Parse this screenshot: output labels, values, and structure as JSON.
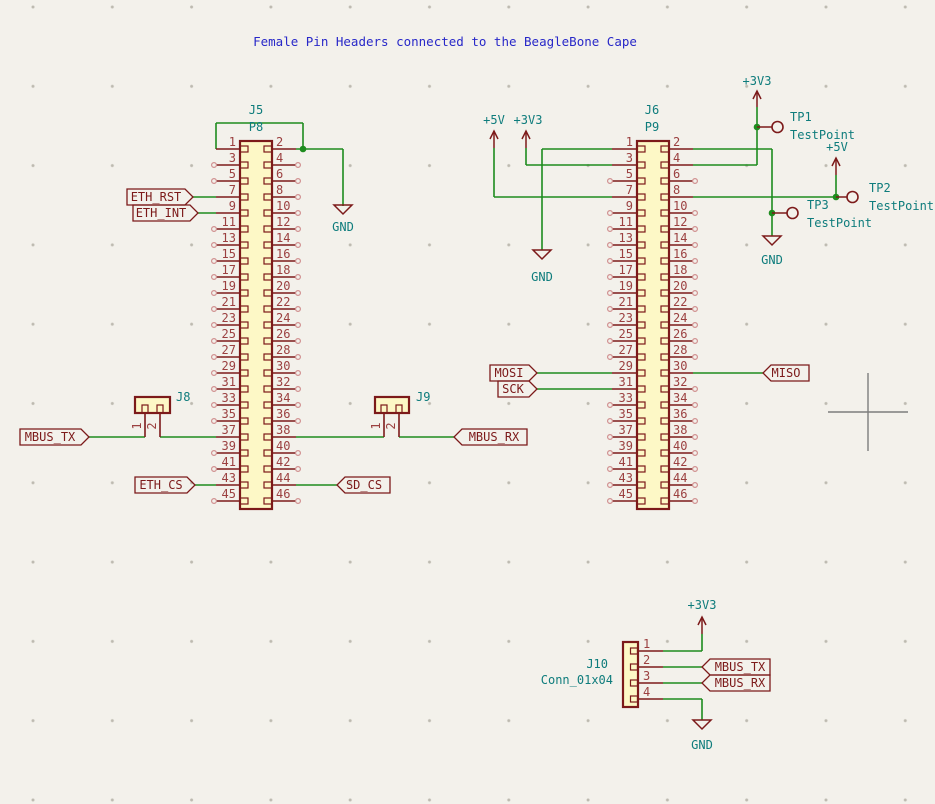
{
  "title": "Female Pin Headers connected to the BeagleBone Cape",
  "connectors": {
    "j5": {
      "ref": "J5",
      "value": "P8",
      "pin_numbers": [
        1,
        2,
        3,
        4,
        5,
        6,
        7,
        8,
        9,
        10,
        11,
        12,
        13,
        14,
        15,
        16,
        17,
        18,
        19,
        20,
        21,
        22,
        23,
        24,
        25,
        26,
        27,
        28,
        29,
        30,
        31,
        32,
        33,
        34,
        35,
        36,
        37,
        38,
        39,
        40,
        41,
        42,
        43,
        44,
        45,
        46
      ]
    },
    "j6": {
      "ref": "J6",
      "value": "P9",
      "pin_numbers": [
        1,
        2,
        3,
        4,
        5,
        6,
        7,
        8,
        9,
        10,
        11,
        12,
        13,
        14,
        15,
        16,
        17,
        18,
        19,
        20,
        21,
        22,
        23,
        24,
        25,
        26,
        27,
        28,
        29,
        30,
        31,
        32,
        33,
        34,
        35,
        36,
        37,
        38,
        39,
        40,
        41,
        42,
        43,
        44,
        45,
        46
      ]
    },
    "j8": {
      "ref": "J8",
      "pin_numbers": [
        1,
        2
      ]
    },
    "j9": {
      "ref": "J9",
      "pin_numbers": [
        1,
        2
      ]
    },
    "j10": {
      "ref": "J10",
      "value": "Conn_01x04",
      "pin_numbers": [
        1,
        2,
        3,
        4
      ]
    }
  },
  "net_labels": {
    "eth_rst": "ETH_RST",
    "eth_int": "ETH_INT",
    "eth_cs": "ETH_CS",
    "sd_cs": "SD_CS",
    "mbus_tx": "MBUS_TX",
    "mbus_rx": "MBUS_RX",
    "mosi": "MOSI",
    "sck": "SCK",
    "miso": "MISO",
    "j10_mbus_tx": "MBUS_TX",
    "j10_mbus_rx": "MBUS_RX"
  },
  "power_labels": {
    "p9_left_5v": "+5V",
    "p9_left_3v3": "+3V3",
    "p9_right_3v3": "+3V3",
    "p9_right_5v": "+5V",
    "j10_3v3": "+3V3",
    "p8_gnd": "GND",
    "p9_left_gnd": "GND",
    "p9_right_gnd": "GND",
    "j10_gnd": "GND"
  },
  "testpoints": {
    "tp1": {
      "ref": "TP1",
      "value": "TestPoint"
    },
    "tp2": {
      "ref": "TP2",
      "value": "TestPoint"
    },
    "tp3": {
      "ref": "TP3",
      "value": "TestPoint"
    }
  },
  "colors": {
    "background": "#f3f1eb",
    "wire": "#1e8c1e",
    "symbol_outline": "#7c1a1a",
    "symbol_fill": "#fdf8c6",
    "pin_number": "#9b4040",
    "reference_text": "#0e7c7c",
    "title_text": "#2828c8",
    "unconnected_marker": "#d08f8f",
    "cursor": "#7d7d7d",
    "grid_dot": "#bdbab0"
  }
}
